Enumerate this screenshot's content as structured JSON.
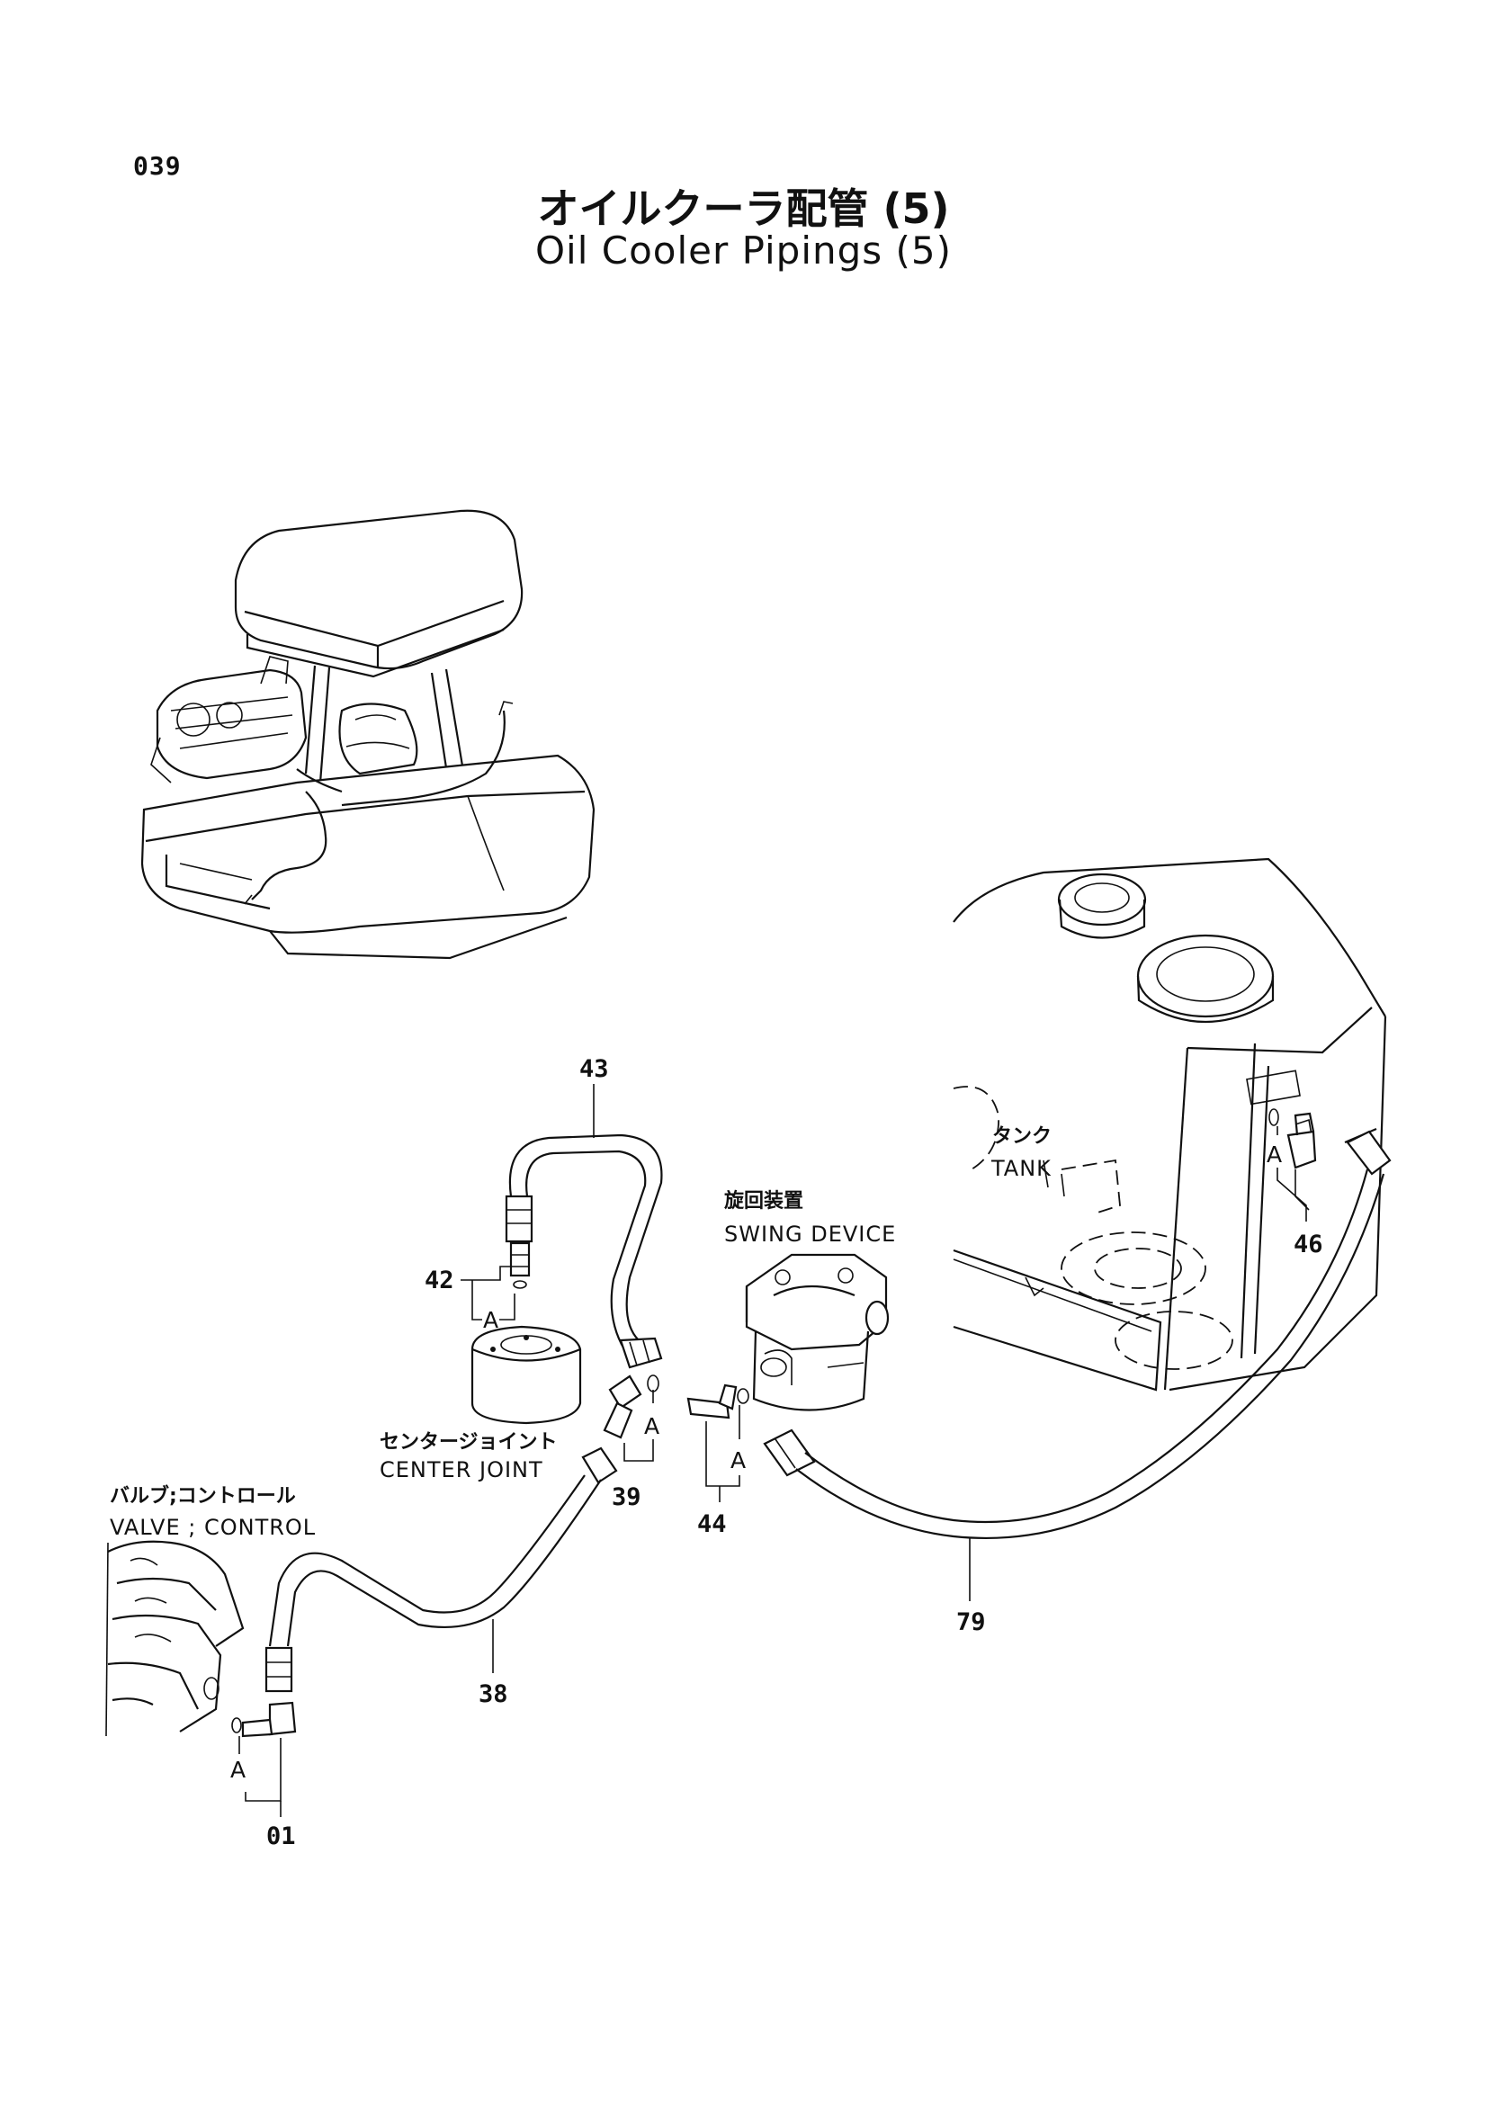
{
  "page": {
    "number": "039"
  },
  "title": {
    "jp": "オイルクーラ配管 (5)",
    "en": "Oil Cooler Pipings (5)"
  },
  "components": {
    "tank": {
      "jp": "タンク",
      "en": "TANK"
    },
    "swing_device": {
      "jp": "旋回装置",
      "en": "SWING  DEVICE"
    },
    "center_joint": {
      "jp": "センタージョイント",
      "en": "CENTER  JOINT"
    },
    "control_valve": {
      "jp": "バルブ;コントロール",
      "en": "VALVE ; CONTROL"
    }
  },
  "callouts": {
    "p43": "43",
    "p42": "42",
    "p39": "39",
    "p44": "44",
    "p46": "46",
    "p79": "79",
    "p38": "38",
    "p01": "01"
  },
  "oring_markers": {
    "a": "A"
  }
}
